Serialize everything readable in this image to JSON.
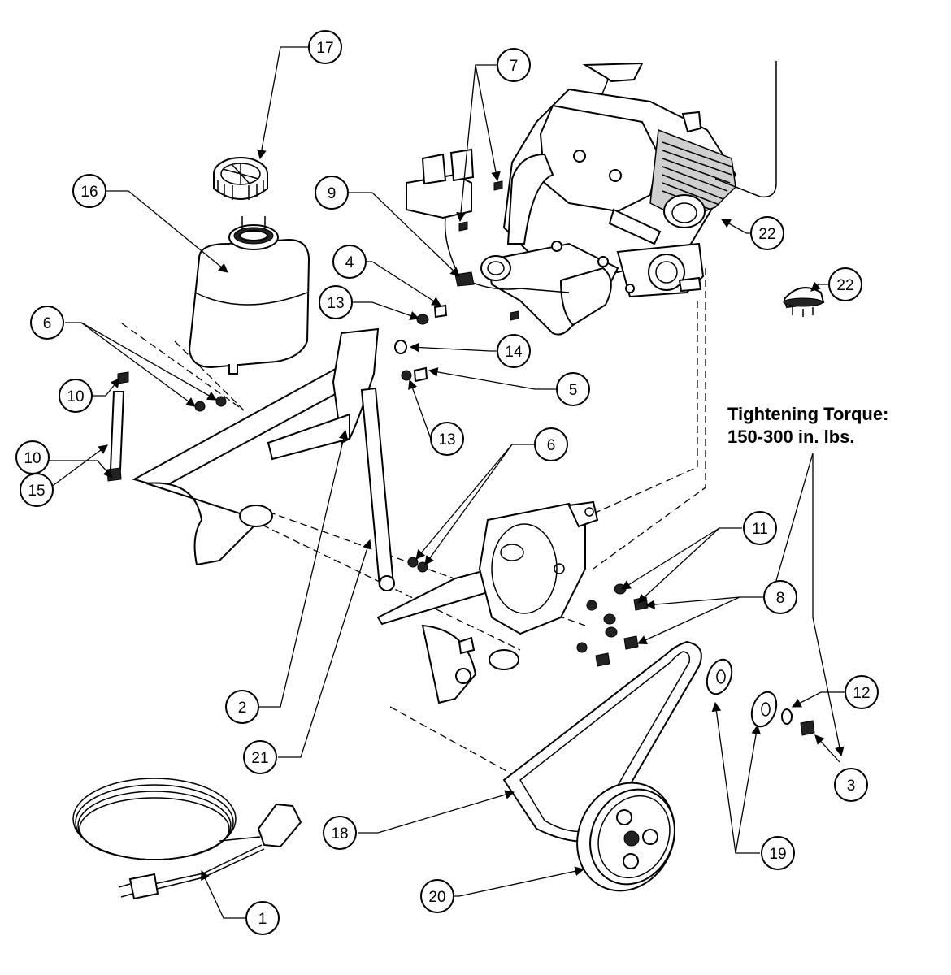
{
  "note": {
    "line1": "Tightening Torque:",
    "line2": "150-300 in. lbs."
  },
  "callouts": [
    {
      "id": "c17",
      "label": "17"
    },
    {
      "id": "c7",
      "label": "7"
    },
    {
      "id": "c16",
      "label": "16"
    },
    {
      "id": "c9",
      "label": "9"
    },
    {
      "id": "c22a",
      "label": "22"
    },
    {
      "id": "c22b",
      "label": "22"
    },
    {
      "id": "c4",
      "label": "4"
    },
    {
      "id": "c13a",
      "label": "13"
    },
    {
      "id": "c14",
      "label": "14"
    },
    {
      "id": "c6a",
      "label": "6"
    },
    {
      "id": "c5",
      "label": "5"
    },
    {
      "id": "c10a",
      "label": "10"
    },
    {
      "id": "c13b",
      "label": "13"
    },
    {
      "id": "c10b",
      "label": "10"
    },
    {
      "id": "c15",
      "label": "15"
    },
    {
      "id": "c6b",
      "label": "6"
    },
    {
      "id": "c11",
      "label": "11"
    },
    {
      "id": "c8",
      "label": "8"
    },
    {
      "id": "c12",
      "label": "12"
    },
    {
      "id": "c2",
      "label": "2"
    },
    {
      "id": "c21",
      "label": "21"
    },
    {
      "id": "c3",
      "label": "3"
    },
    {
      "id": "c18",
      "label": "18"
    },
    {
      "id": "c19",
      "label": "19"
    },
    {
      "id": "c20",
      "label": "20"
    },
    {
      "id": "c1",
      "label": "1"
    }
  ]
}
